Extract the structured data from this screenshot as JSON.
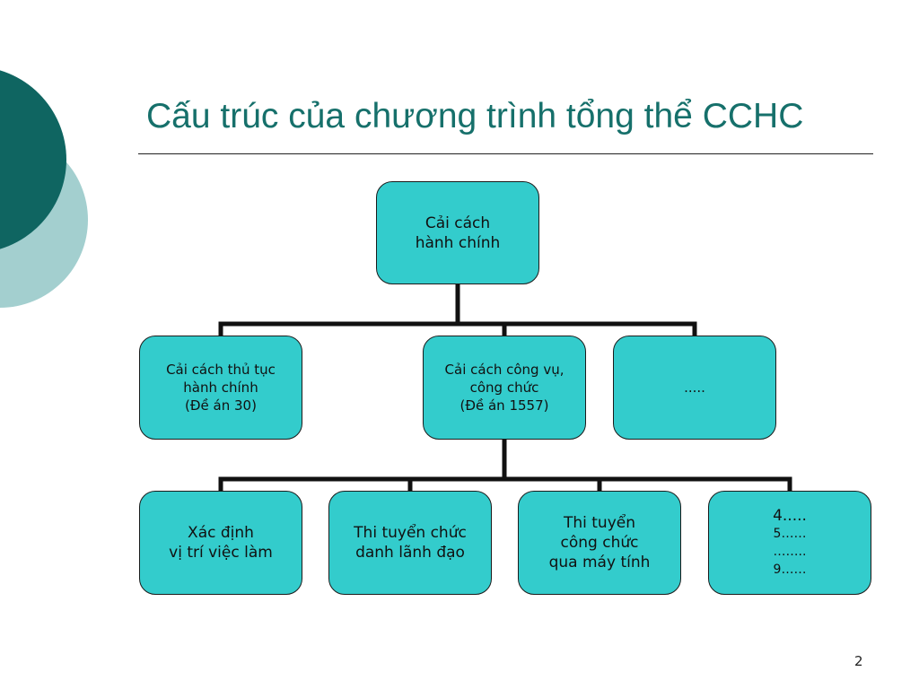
{
  "slide": {
    "title": "Cấu trúc của chương trình tổng thể CCHC",
    "page_number": "2"
  },
  "colors": {
    "title": "#16706b",
    "box_fill": "#33cccc",
    "deco_dark": "#0f6561",
    "deco_light": "#a3cfcf"
  },
  "diagram": {
    "root": {
      "lines": [
        "Cải cách",
        "hành chính"
      ]
    },
    "level1": [
      {
        "lines": [
          "Cải cách thủ tục",
          "hành chính",
          "(Đề án 30)"
        ]
      },
      {
        "lines": [
          "Cải cách công vụ,",
          "công chức",
          "(Đề án 1557)"
        ]
      },
      {
        "lines": [
          "....."
        ]
      }
    ],
    "level2": [
      {
        "lines": [
          "Xác định",
          "vị trí việc làm"
        ]
      },
      {
        "lines": [
          "Thi tuyển chức",
          "danh lãnh đạo"
        ]
      },
      {
        "lines": [
          "Thi tuyển",
          "công chức",
          "qua máy tính"
        ]
      },
      {
        "lines": [
          "4.....",
          "5……",
          "……..",
          "9……"
        ]
      }
    ]
  }
}
